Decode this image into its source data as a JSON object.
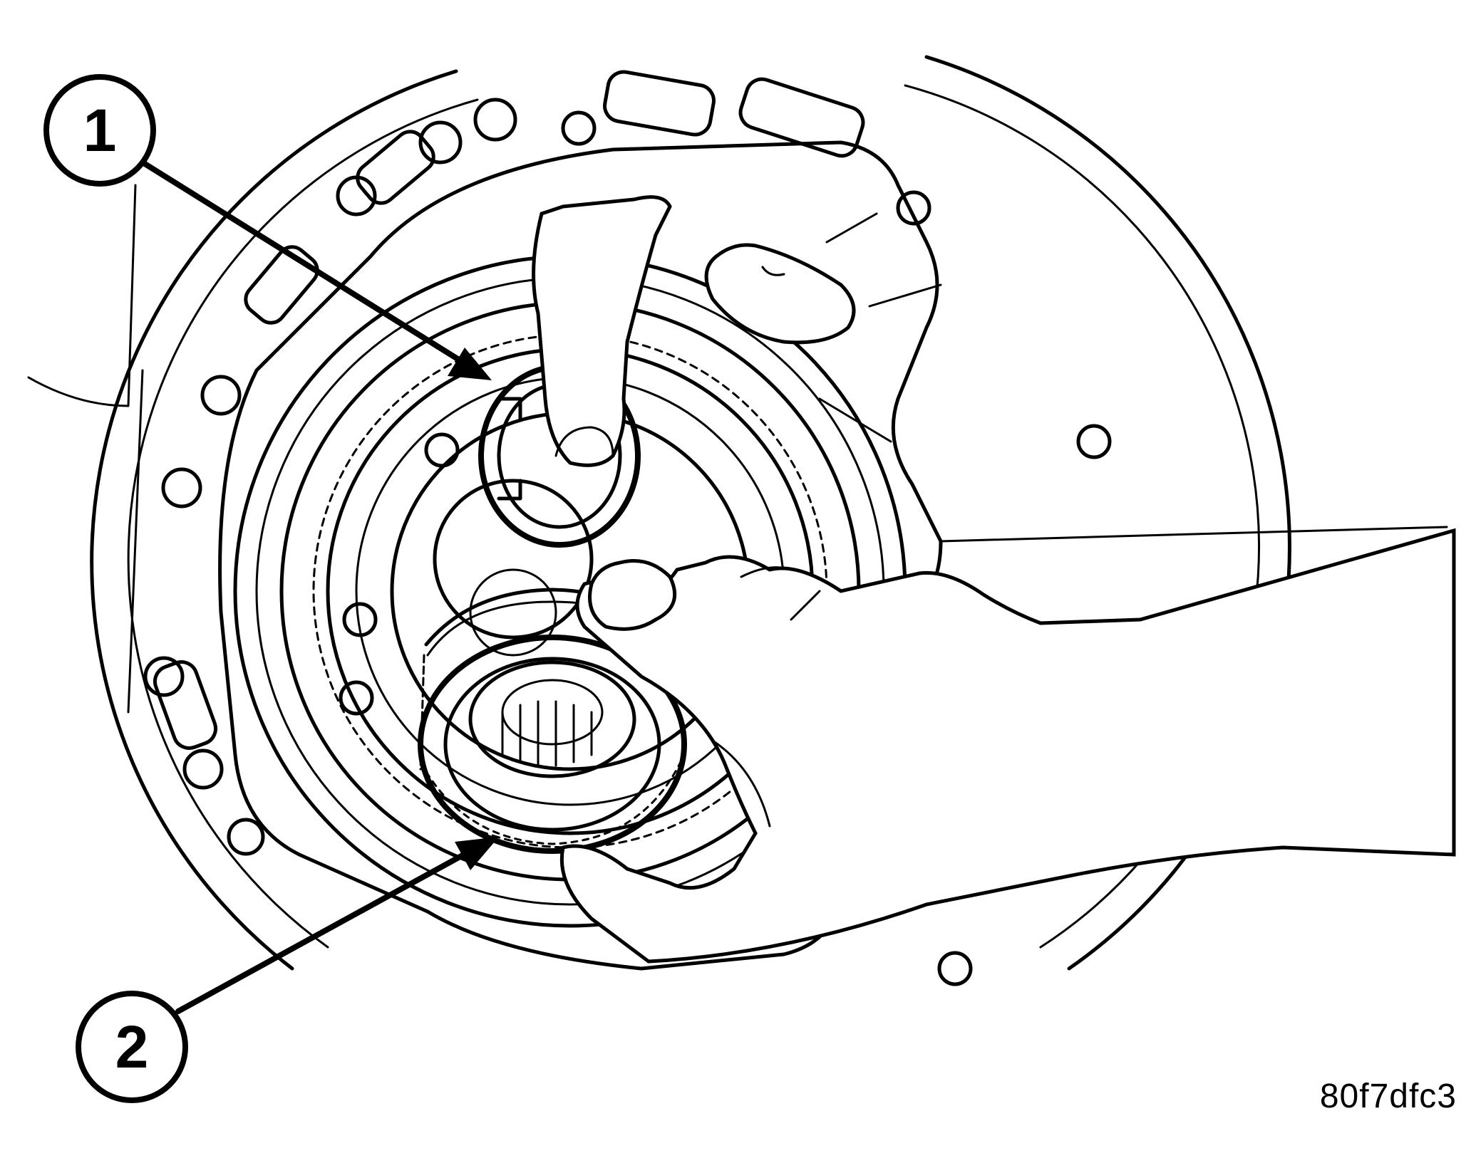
{
  "callouts": [
    {
      "number": "1"
    },
    {
      "number": "2"
    }
  ],
  "figure_id": "80f7dfc3",
  "colors": {
    "line": "#000000",
    "background": "#ffffff"
  }
}
